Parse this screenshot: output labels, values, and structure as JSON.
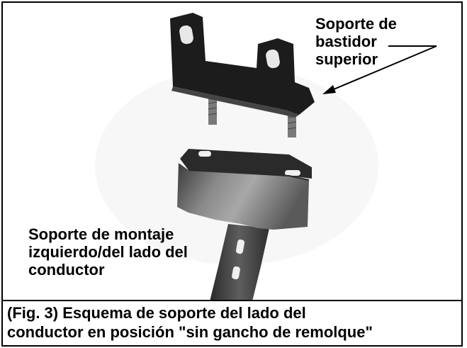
{
  "labels": {
    "upper": "Soporte de\nbastidor\nsuperior",
    "lower": "Soporte de montaje\nizquierdo/del lado del\nconductor"
  },
  "caption": "(Fig. 3) Esquema de soporte del lado del\nconductor en posición \"sin gancho de remolque\"",
  "colors": {
    "bracket_dark": "#1c1c1c",
    "bracket_metal": "#6e6e6e",
    "border": "#000000"
  }
}
